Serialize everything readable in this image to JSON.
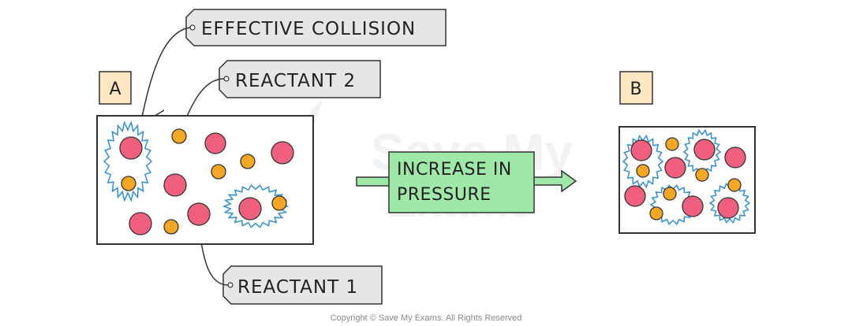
{
  "labels": {
    "effective_collision": "EFFECTIVE COLLISION",
    "reactant_2": "REACTANT 2",
    "reactant_1": "REACTANT 1"
  },
  "containers": {
    "a": "A",
    "b": "B"
  },
  "process_arrow": {
    "line1": "INCREASE IN",
    "line2": "PRESSURE"
  },
  "watermark": {
    "line1": "Save My",
    "line2": "Exams"
  },
  "copyright": "Copyright © Save My Exams. All Rights Reserved",
  "colors": {
    "reactant_1": "#f0607e",
    "reactant_2": "#f5a623",
    "collision_burst": "#2f8fd8",
    "label_box_a": "#fde7c2",
    "arrow_box": "#9fe8a8",
    "tag": "#e6e6e6"
  }
}
